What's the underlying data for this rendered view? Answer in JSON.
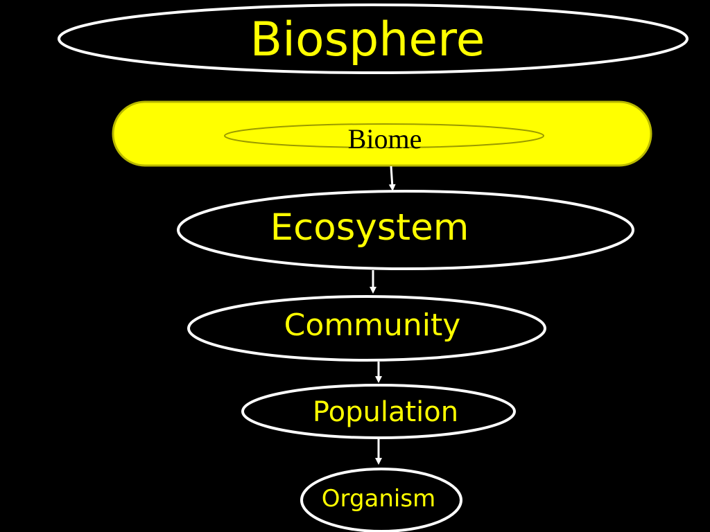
{
  "diagram": {
    "levels": [
      {
        "id": "biosphere",
        "label": "Biosphere"
      },
      {
        "id": "biome",
        "label": "Biome"
      },
      {
        "id": "ecosystem",
        "label": "Ecosystem"
      },
      {
        "id": "community",
        "label": "Community"
      },
      {
        "id": "population",
        "label": "Population"
      },
      {
        "id": "organism",
        "label": "Organism"
      }
    ]
  },
  "colors": {
    "background": "#000000",
    "label_text": "#ffff00",
    "outline": "#ffffff",
    "biome_fill": "#ffff00",
    "biome_border": "#b8b800",
    "biome_inner_ring": "#9a9a00",
    "biome_text": "#000000",
    "arrow": "#ffffff"
  }
}
